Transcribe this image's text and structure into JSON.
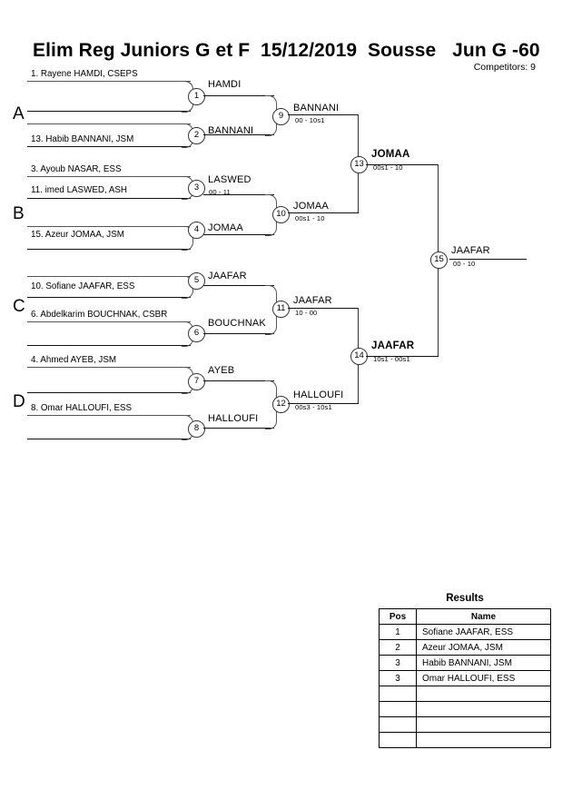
{
  "header": {
    "title": "Elim Reg Juniors G et F  15/12/2019  Sousse   Jun G -60",
    "competitors": "Competitors: 9"
  },
  "pools": [
    {
      "letter": "A"
    },
    {
      "letter": "B"
    },
    {
      "letter": "C"
    },
    {
      "letter": "D"
    }
  ],
  "entrants": [
    {
      "label": "1. Rayene HAMDI, CSEPS"
    },
    {
      "label": "13. Habib BANNANI, JSM"
    },
    {
      "label": "3. Ayoub NASAR, ESS"
    },
    {
      "label": "11. imed LASWED, ASH"
    },
    {
      "label": "15. Azeur JOMAA, JSM"
    },
    {
      "label": "10. Sofiane JAAFAR, ESS"
    },
    {
      "label": "6. Abdelkarim BOUCHNAK, CSBR"
    },
    {
      "label": "4. Ahmed AYEB, JSM"
    },
    {
      "label": "8. Omar HALLOUFI, ESS"
    }
  ],
  "matches": [
    {
      "number": "1",
      "winner": "HAMDI",
      "score": ""
    },
    {
      "number": "2",
      "winner": "BANNANI",
      "score": ""
    },
    {
      "number": "3",
      "winner": "LASWED",
      "score": "00 - 11"
    },
    {
      "number": "4",
      "winner": "JOMAA",
      "score": ""
    },
    {
      "number": "5",
      "winner": "JAAFAR",
      "score": ""
    },
    {
      "number": "6",
      "winner": "BOUCHNAK",
      "score": ""
    },
    {
      "number": "7",
      "winner": "AYEB",
      "score": ""
    },
    {
      "number": "8",
      "winner": "HALLOUFI",
      "score": ""
    },
    {
      "number": "9",
      "winner": "BANNANI",
      "score": "00 - 10s1"
    },
    {
      "number": "10",
      "winner": "JOMAA",
      "score": "00s1 - 10"
    },
    {
      "number": "11",
      "winner": "JAAFAR",
      "score": "10 - 00"
    },
    {
      "number": "12",
      "winner": "HALLOUFI",
      "score": "00s3 - 10s1"
    },
    {
      "number": "13",
      "winner": "JOMAA",
      "score": "00s1 - 10"
    },
    {
      "number": "14",
      "winner": "JAAFAR",
      "score": "10s1 - 00s1"
    },
    {
      "number": "15",
      "winner": "JAAFAR",
      "score": "00 - 10"
    }
  ],
  "results": {
    "title": "Results",
    "columns": {
      "pos": "Pos",
      "name": "Name"
    },
    "rows": [
      {
        "pos": "1",
        "name": "Sofiane JAAFAR, ESS"
      },
      {
        "pos": "2",
        "name": "Azeur JOMAA, JSM"
      },
      {
        "pos": "3",
        "name": "Habib BANNANI, JSM"
      },
      {
        "pos": "3",
        "name": "Omar HALLOUFI, ESS"
      },
      {
        "pos": "",
        "name": ""
      },
      {
        "pos": "",
        "name": ""
      },
      {
        "pos": "",
        "name": ""
      },
      {
        "pos": "",
        "name": ""
      }
    ]
  }
}
